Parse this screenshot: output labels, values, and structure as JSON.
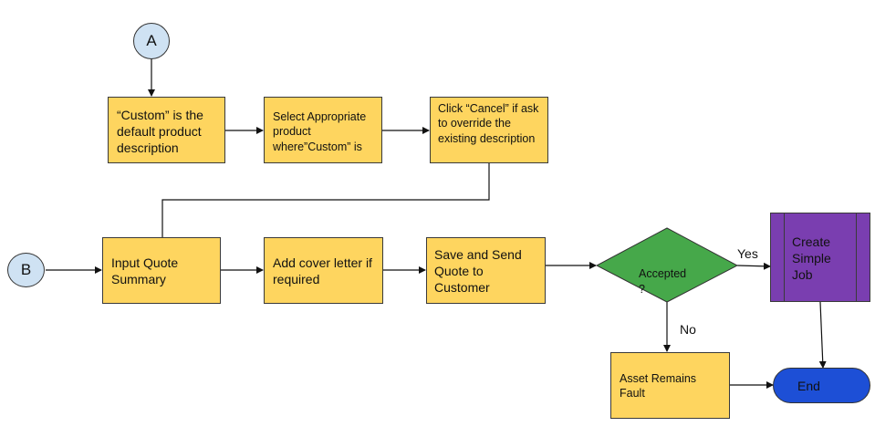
{
  "connectors": {
    "a": "A",
    "b": "B"
  },
  "row1": {
    "custom_default": "“Custom” is the default product description",
    "select_product": "Select Appropriate product where”Custom” is",
    "click_cancel": "Click “Cancel” if ask to override the existing description"
  },
  "row2": {
    "input_summary": "Input Quote Summary",
    "add_cover": "Add cover letter if required",
    "save_send": "Save and Send Quote to Customer"
  },
  "decision": {
    "label": "Accepted\n?",
    "yes": "Yes",
    "no": "No"
  },
  "create_job": "Create Simple Job",
  "asset_fault": "Asset Remains Fault",
  "end": "End",
  "colors": {
    "box": "#fed55f",
    "connector": "#cfe2f3",
    "decision": "#46a84a",
    "process": "#7a3eb0",
    "terminal": "#1d4fd6"
  }
}
